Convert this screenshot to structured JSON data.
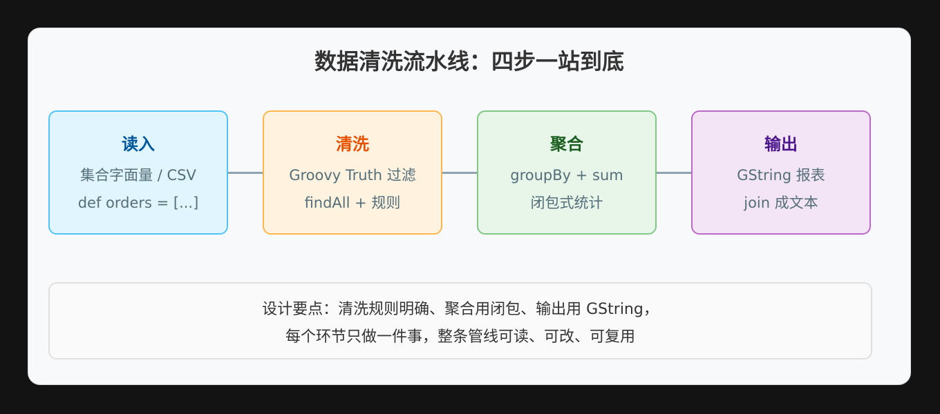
{
  "title": "数据清洗流水线：四步一站到底",
  "steps": [
    {
      "title": "读入",
      "line1": "集合字面量 / CSV",
      "line2": "def orders = [...]",
      "title_color": "#01579b",
      "fill": "#e1f5fe",
      "border": "#4fc3f7"
    },
    {
      "title": "清洗",
      "line1": "Groovy Truth 过滤",
      "line2": "findAll + 规则",
      "title_color": "#e65100",
      "fill": "#fff3e0",
      "border": "#ffb74d"
    },
    {
      "title": "聚合",
      "line1": "groupBy + sum",
      "line2": "闭包式统计",
      "title_color": "#1b5e20",
      "fill": "#e8f5e9",
      "border": "#81c784"
    },
    {
      "title": "输出",
      "line1": "GString 报表",
      "line2": "join 成文本",
      "title_color": "#4a148c",
      "fill": "#f3e5f5",
      "border": "#ba68c8"
    }
  ],
  "notes": {
    "line1": "设计要点：清洗规则明确、聚合用闭包、输出用 GString，",
    "line2": "每个环节只做一件事，整条管线可读、可改、可复用"
  }
}
